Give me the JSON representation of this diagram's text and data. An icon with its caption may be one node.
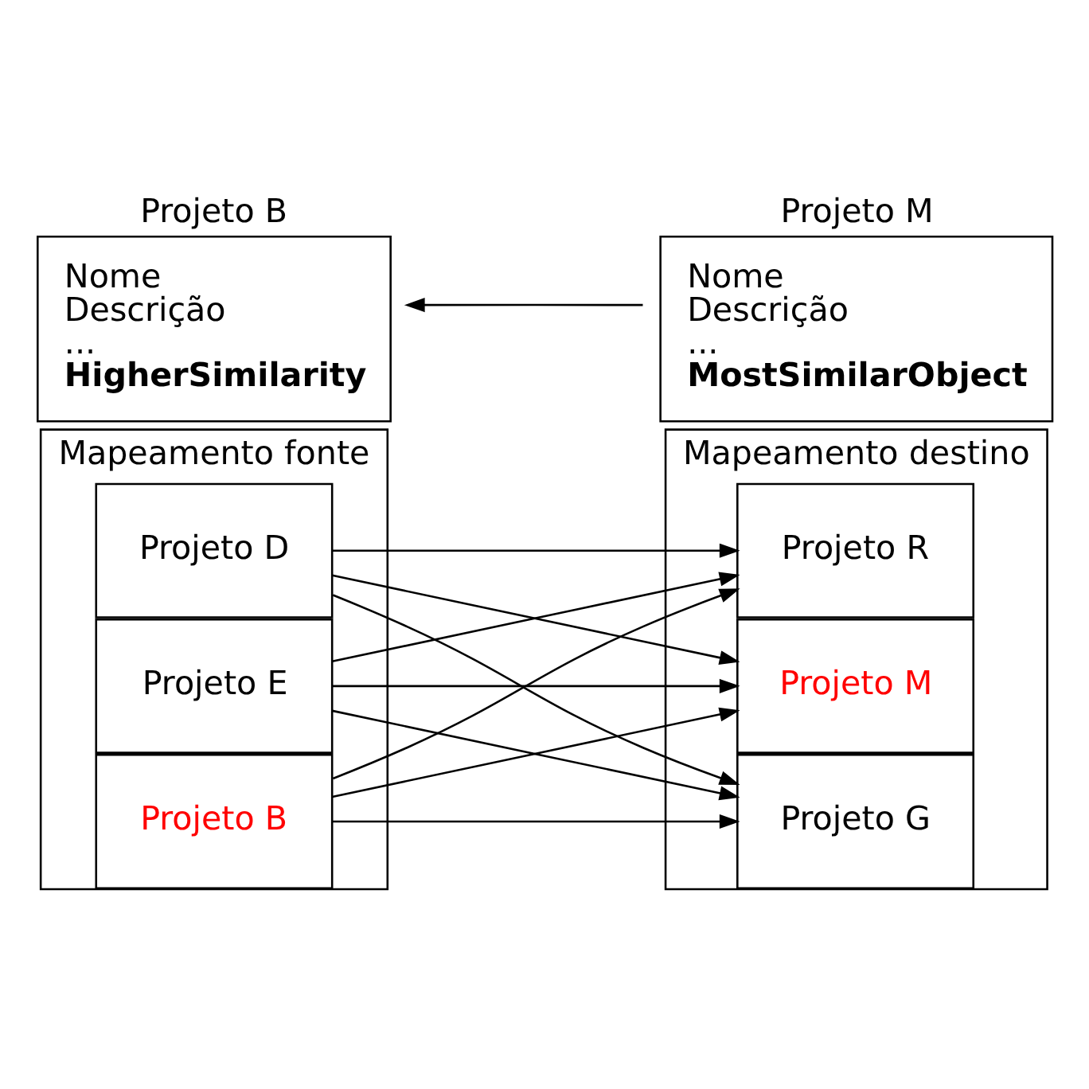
{
  "diagram": {
    "nodes": [
      {
        "text": [
          "Mapeamento fonte"
        ]
      },
      {
        "text": [
          "Projeto B"
        ],
        "in": 0
      },
      {
        "text": [
          "Projeto E"
        ],
        "in": 0
      },
      {
        "text": [
          "Projeto D"
        ],
        "in": 0
      },
      {
        "text": [
          "Mapeamento destino"
        ]
      },
      {
        "text": [
          "Projeto G"
        ],
        "in": 4
      },
      {
        "text": [
          "Projeto M"
        ],
        "in": 4
      },
      {
        "text": [
          "Projeto R"
        ],
        "in": 4
      },
      {
        "text": [
          "Projeto B",
          "Nome",
          "Descrição",
          "...",
          "HigherSimilarity"
        ]
      },
      {
        "text": [
          "Projeto M",
          "Nome",
          "Descrição",
          "...",
          "MostSimilarObject"
        ]
      }
    ],
    "edges": [
      {
        "from": 1,
        "to": 5,
        "arrow": "to"
      },
      {
        "from": 1,
        "to": 6,
        "arrow": "to"
      },
      {
        "from": 1,
        "to": 7,
        "arrow": "to"
      },
      {
        "from": 2,
        "to": 5,
        "arrow": "to"
      },
      {
        "from": 2,
        "to": 6,
        "arrow": "to"
      },
      {
        "from": 2,
        "to": 7,
        "arrow": "to"
      },
      {
        "from": 3,
        "to": 5,
        "arrow": "to"
      },
      {
        "from": 3,
        "to": 6,
        "arrow": "to"
      },
      {
        "from": 3,
        "to": 7,
        "arrow": "to"
      },
      {
        "from": 9,
        "to": 8,
        "arrow": "to"
      }
    ]
  }
}
